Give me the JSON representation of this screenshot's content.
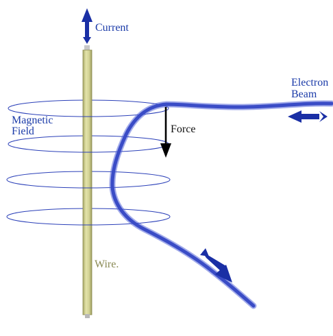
{
  "labels": {
    "current": "Current",
    "electron_beam_line1": "Electron",
    "electron_beam_line2": "Beam",
    "magnetic_field_line1": "Magnetic",
    "magnetic_field_line2": "Field",
    "force": "Force",
    "wire": "Wire."
  },
  "colors": {
    "beam": "#3c4fc9",
    "field_loops": "#2a3fb8",
    "arrows_blue": "#1a2fa5",
    "wire_fill": "#d6d697",
    "wire_edge": "#9c9c5e",
    "force_arrow": "#000000"
  }
}
